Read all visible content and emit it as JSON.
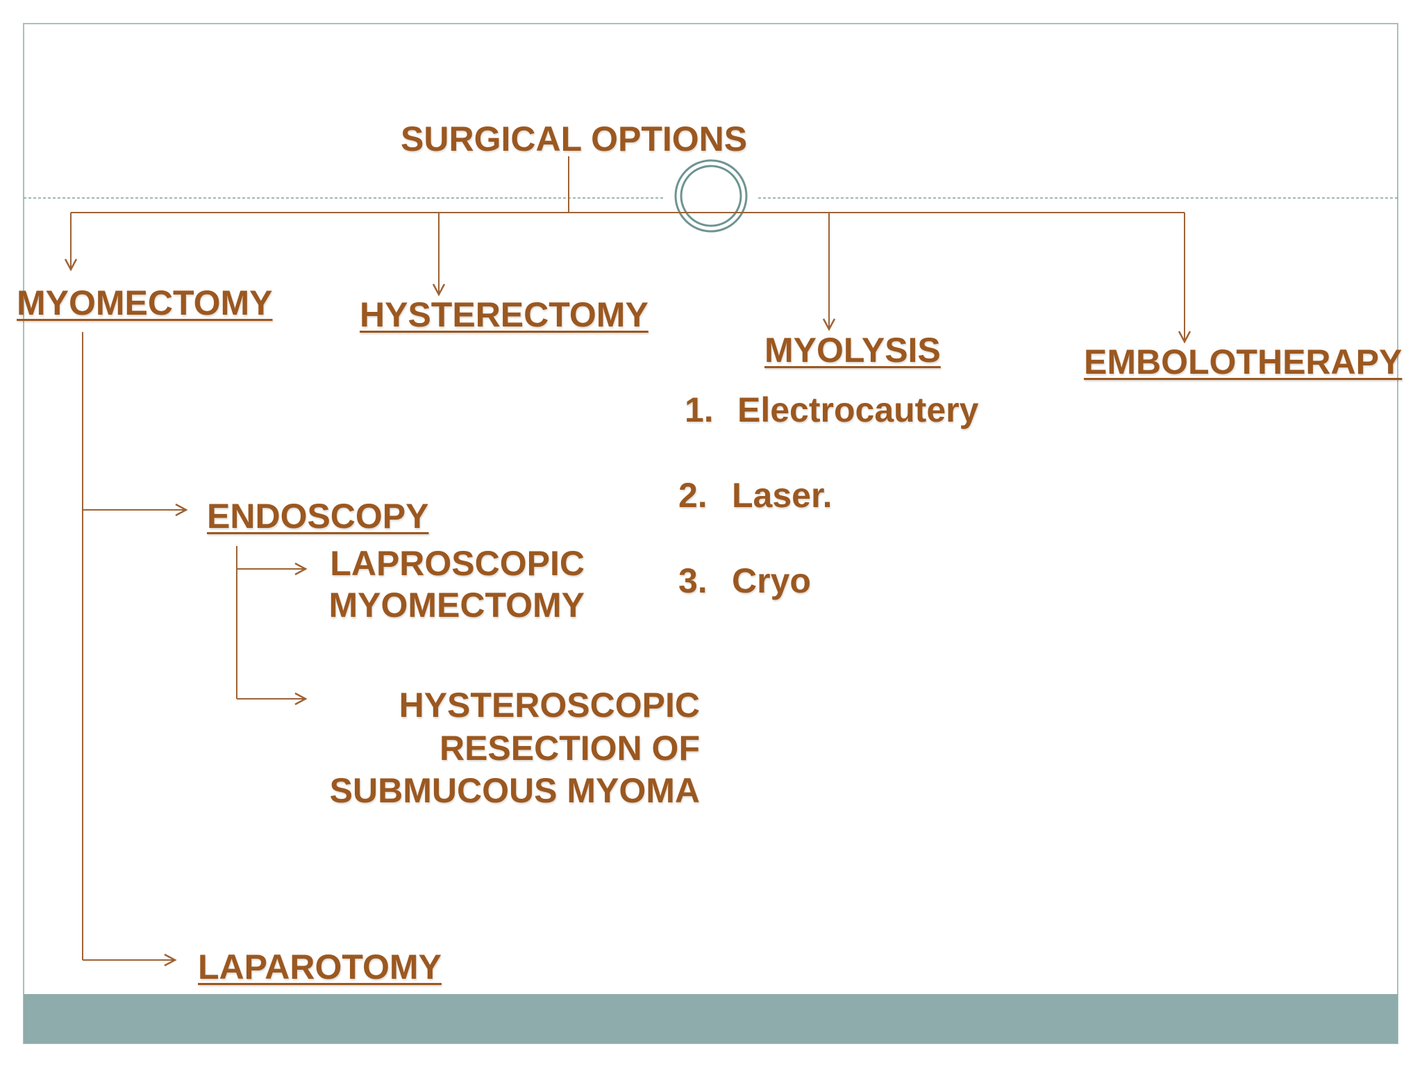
{
  "colors": {
    "text": "#9b5820",
    "connector": "#9d6235",
    "band": "#8eacab",
    "ornament": "#6d9492",
    "rule": "#7fa09e"
  },
  "diagram": {
    "root": "SURGICAL OPTIONS",
    "myomectomy": {
      "label": "MYOMECTOMY",
      "endoscopy": {
        "label": "ENDOSCOPY",
        "laparoscopic_lines": [
          "LAPROSCOPIC",
          "MYOMECTOMY"
        ],
        "hysteroscopic_lines": [
          "HYSTEROSCOPIC",
          "RESECTION OF",
          "SUBMUCOUS MYOMA"
        ]
      },
      "laparotomy": "LAPAROTOMY"
    },
    "hysterectomy": "HYSTERECTOMY",
    "myolysis": {
      "label": "MYOLYSIS",
      "methods": [
        {
          "number": "1.",
          "text": "Electrocautery"
        },
        {
          "number": "2.",
          "text": "Laser."
        },
        {
          "number": "3.",
          "text": "Cryo"
        }
      ]
    },
    "embolotherapy": "EMBOLOTHERAPY"
  }
}
